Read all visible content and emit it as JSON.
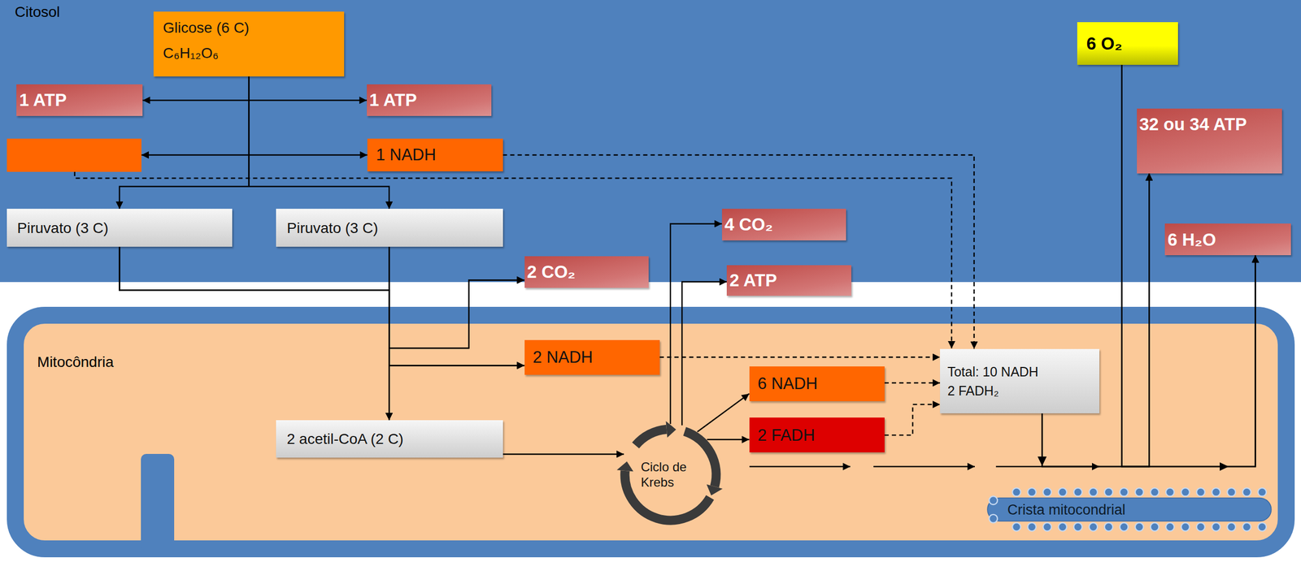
{
  "diagram": {
    "nodes": [
      {
        "text": [
          "Citosol"
        ]
      },
      {
        "text": [
          "Glicose (6 C)",
          "C₆H₁₂O₆"
        ],
        "in": 0
      },
      {
        "text": [
          "6 O₂"
        ],
        "in": 0
      },
      {
        "text": [
          "1 ATP"
        ],
        "in": 0
      },
      {
        "text": [
          "1 ATP"
        ],
        "in": 0
      },
      {
        "text": [
          "32 ou 34 ATP"
        ],
        "in": 0
      },
      {
        "text": [
          "1 NADH"
        ],
        "in": 0
      },
      {
        "text": [
          "Piruvato (3 C)"
        ],
        "in": 0
      },
      {
        "text": [
          "Piruvato (3 C)"
        ],
        "in": 0
      },
      {
        "text": [
          "4 CO₂"
        ],
        "in": 0
      },
      {
        "text": [
          "6 H₂O"
        ],
        "in": 0
      },
      {
        "text": [
          "2 CO₂"
        ],
        "in": 0
      },
      {
        "text": [
          "2 ATP"
        ],
        "in": 0
      },
      {
        "text": [
          "Mitocôndria"
        ]
      },
      {
        "text": [
          "2 NADH"
        ],
        "in": 13
      },
      {
        "text": [
          "Total: 10 NADH",
          "2 FADH₂"
        ],
        "in": 13
      },
      {
        "text": [
          "6 NADH"
        ],
        "in": 13
      },
      {
        "text": [
          "2 acetil-CoA (2 C)"
        ],
        "in": 13
      },
      {
        "text": [
          "2 FADH"
        ],
        "in": 13
      },
      {
        "text": [
          "Ciclo de Krebs"
        ],
        "in": 13
      },
      {
        "text": [
          "Crista mitocondrial"
        ],
        "in": 13
      }
    ],
    "edges": [
      {
        "from": 1,
        "to": 7,
        "arrow": "to"
      },
      {
        "from": 1,
        "to": 8,
        "arrow": "to"
      },
      {
        "from": 3,
        "to": 4,
        "arrow": "both"
      },
      {
        "from": 7,
        "to": 11,
        "arrow": "to"
      },
      {
        "from": 7,
        "to": 14,
        "arrow": "to"
      },
      {
        "from": 7,
        "to": 17,
        "arrow": "to"
      },
      {
        "from": 8,
        "to": 11,
        "arrow": "to"
      },
      {
        "from": 8,
        "to": 14,
        "arrow": "to"
      },
      {
        "from": 8,
        "to": 17,
        "arrow": "to"
      },
      {
        "from": 17,
        "to": 19,
        "arrow": "to"
      },
      {
        "from": 19,
        "to": 9,
        "arrow": "to"
      },
      {
        "from": 19,
        "to": 12,
        "arrow": "to"
      },
      {
        "from": 19,
        "to": 16,
        "arrow": "to"
      },
      {
        "from": 19,
        "to": 18,
        "arrow": "to"
      },
      {
        "from": 6,
        "to": 15,
        "arrow": "to"
      },
      {
        "from": 14,
        "to": 15,
        "arrow": "to"
      },
      {
        "from": 16,
        "to": 15,
        "arrow": "to"
      },
      {
        "from": 18,
        "to": 15,
        "arrow": "to"
      },
      {
        "from": 15,
        "to": 5,
        "arrow": "to"
      },
      {
        "from": 15,
        "to": 10,
        "arrow": "to"
      },
      {
        "from": 2,
        "to": 5,
        "arrow": "to"
      },
      {
        "from": 2,
        "to": 10,
        "arrow": "to"
      }
    ]
  }
}
